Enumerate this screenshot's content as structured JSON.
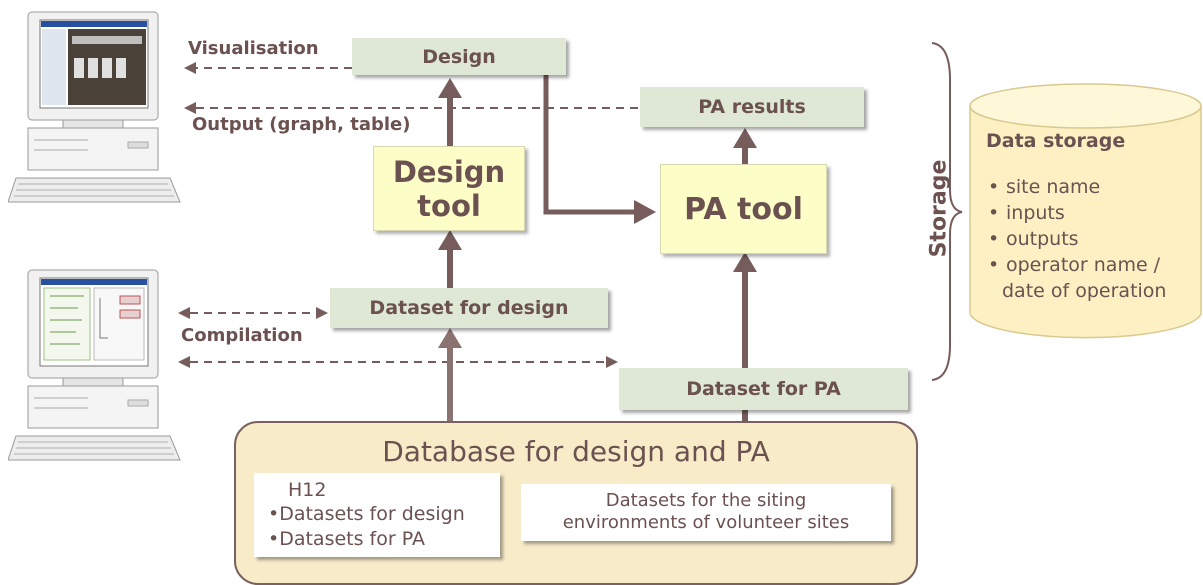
{
  "boxes": {
    "design": "Design",
    "pa_results": "PA results",
    "design_tool_line1": "Design",
    "design_tool_line2": "tool",
    "pa_tool": "PA tool",
    "dataset_design": "Dataset for design",
    "dataset_pa": "Dataset for PA"
  },
  "labels": {
    "visualisation": "Visualisation",
    "output": "Output (graph, table)",
    "compilation": "Compilation",
    "storage": "Storage"
  },
  "database": {
    "title": "Database for design and PA",
    "left_box": {
      "heading": "H12",
      "items": [
        "•Datasets for design",
        "•Datasets for PA"
      ]
    },
    "right_box": {
      "line1": "Datasets for the siting",
      "line2": "environments of volunteer sites"
    }
  },
  "data_storage": {
    "title": "Data storage",
    "items": [
      "site name",
      "inputs",
      "outputs",
      "operator name /",
      "date of operation"
    ]
  },
  "colors": {
    "arrow": "#765c5a",
    "green_box": "#dfe8d4",
    "yellow_box": "#fdfdc8",
    "database_fill": "#f7ebc8",
    "cylinder": "#fdf1c4"
  },
  "icons": [
    "computer-icon",
    "computer-icon"
  ]
}
